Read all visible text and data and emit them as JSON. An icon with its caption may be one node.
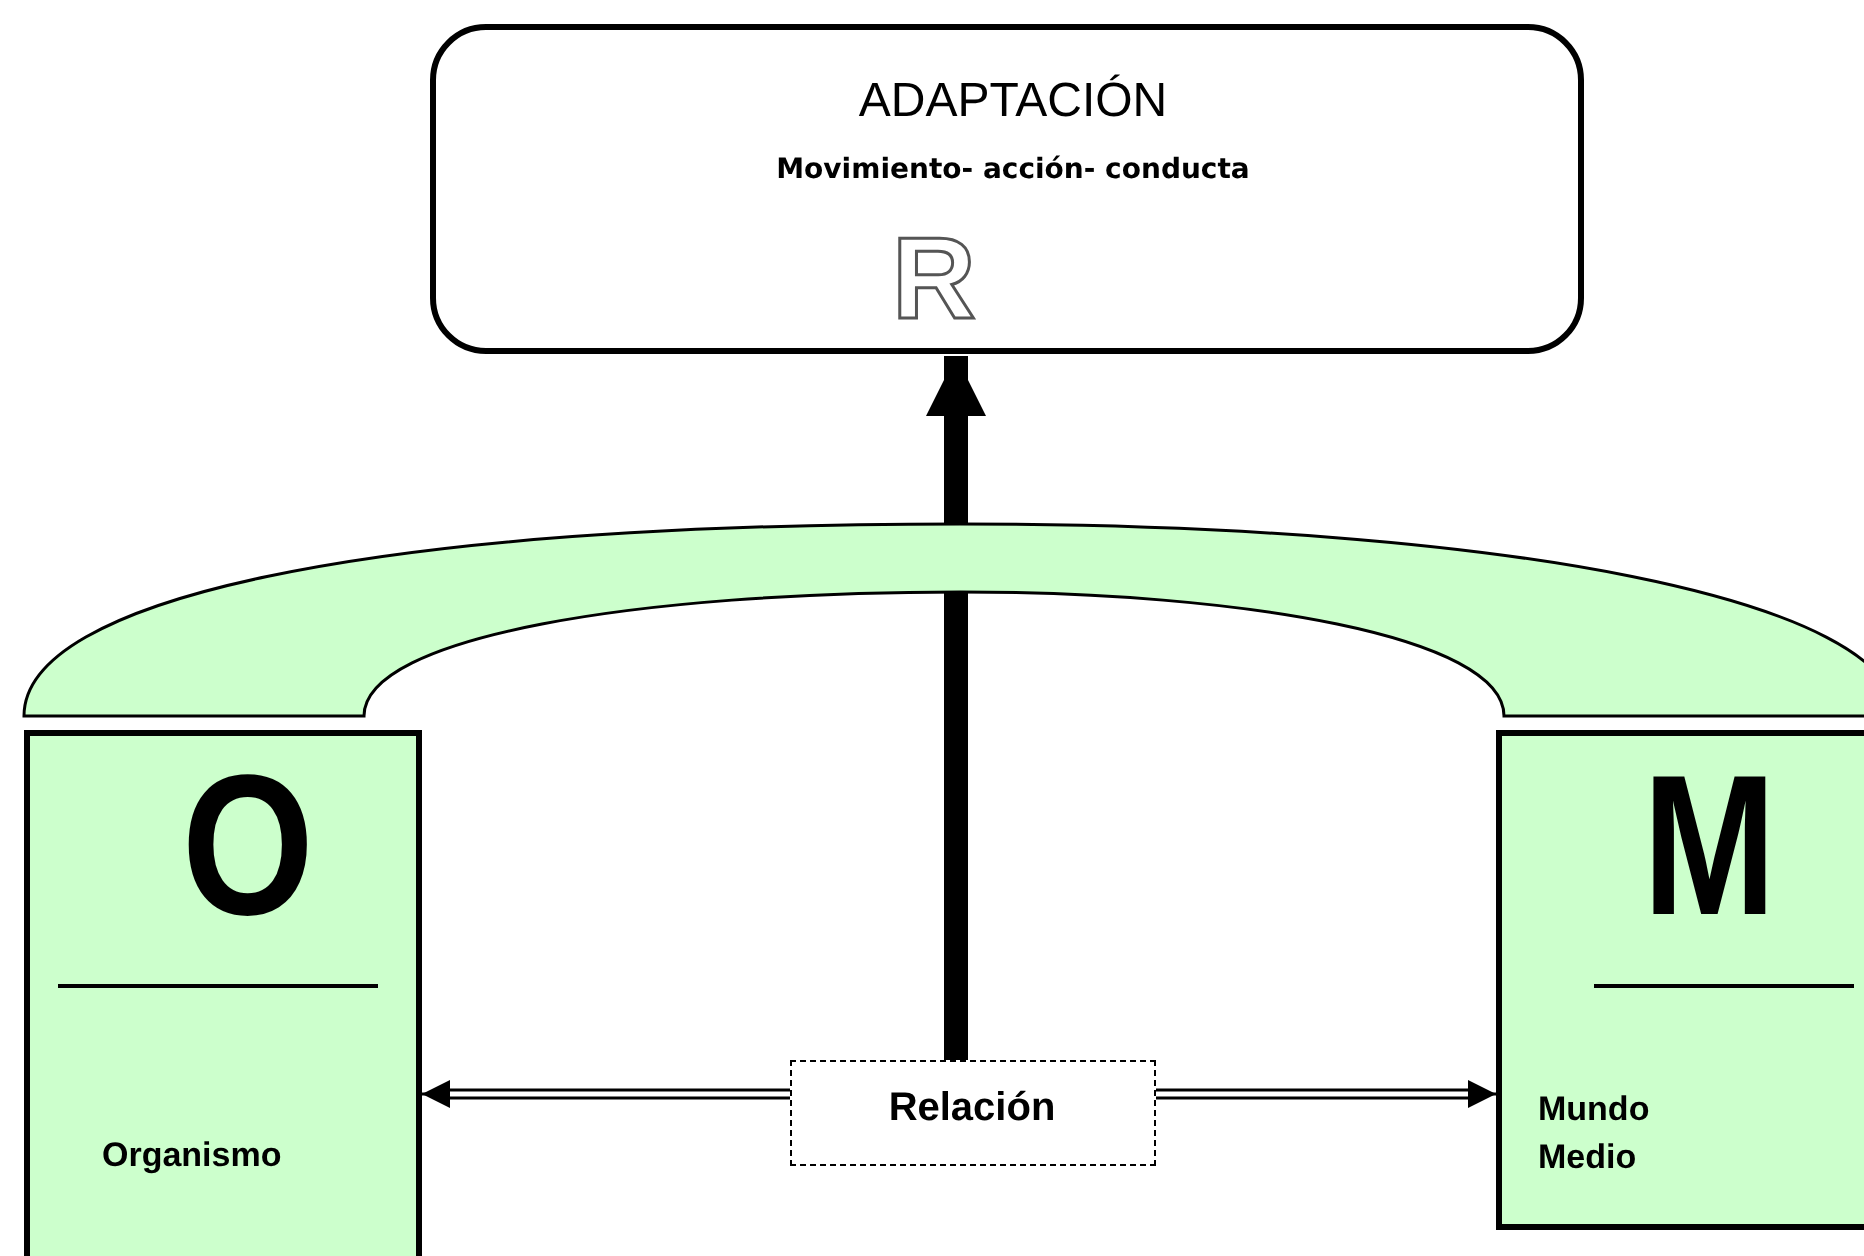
{
  "diagram": {
    "nodes": [
      {
        "text": [
          "ADAPTACIÓN",
          "Movimiento- acción- conducta",
          "R"
        ]
      },
      {
        "text": [
          "O",
          "Organismo"
        ]
      },
      {
        "text": [
          "M",
          "Mundo Medio"
        ]
      },
      {
        "text": [
          "Relación"
        ]
      }
    ],
    "edges": [
      {
        "from": 3,
        "to": 0,
        "arrow": "to",
        "style": "thick"
      },
      {
        "from": 3,
        "to": 1,
        "arrow": "to"
      },
      {
        "from": 3,
        "to": 2,
        "arrow": "to"
      },
      {
        "from": 1,
        "to": 2,
        "arrow": "none",
        "style": "thick",
        "color": "#ccffcc"
      }
    ]
  }
}
